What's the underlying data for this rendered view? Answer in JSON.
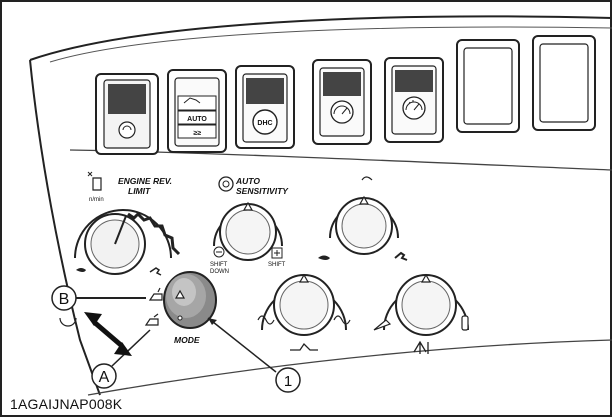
{
  "figure_id": "1AGAIJNAP008K",
  "callouts": {
    "a": "A",
    "b": "B",
    "one": "1"
  },
  "switches": [
    {
      "icon": "work-light-icon"
    },
    {
      "icon": "travel-alarm-icon",
      "labels": [
        "AUTO"
      ]
    },
    {
      "icon": "dhc-icon",
      "labels": [
        "DHC"
      ]
    },
    {
      "icon": "wiper-icon"
    },
    {
      "icon": "washer-icon"
    },
    {
      "icon": "blank"
    },
    {
      "icon": "blank"
    }
  ],
  "dials": {
    "engine_rev_limit": {
      "label_line1": "ENGINE REV.",
      "label_line2": "LIMIT",
      "unit": "n/min"
    },
    "auto_sensitivity": {
      "label_line1": "AUTO",
      "label_line2": "SENSITIVITY",
      "minus_label_line1": "SHIFT",
      "minus_label_line2": "DOWN",
      "plus_label": "SHIFT"
    },
    "mode": {
      "label": "MODE"
    }
  }
}
